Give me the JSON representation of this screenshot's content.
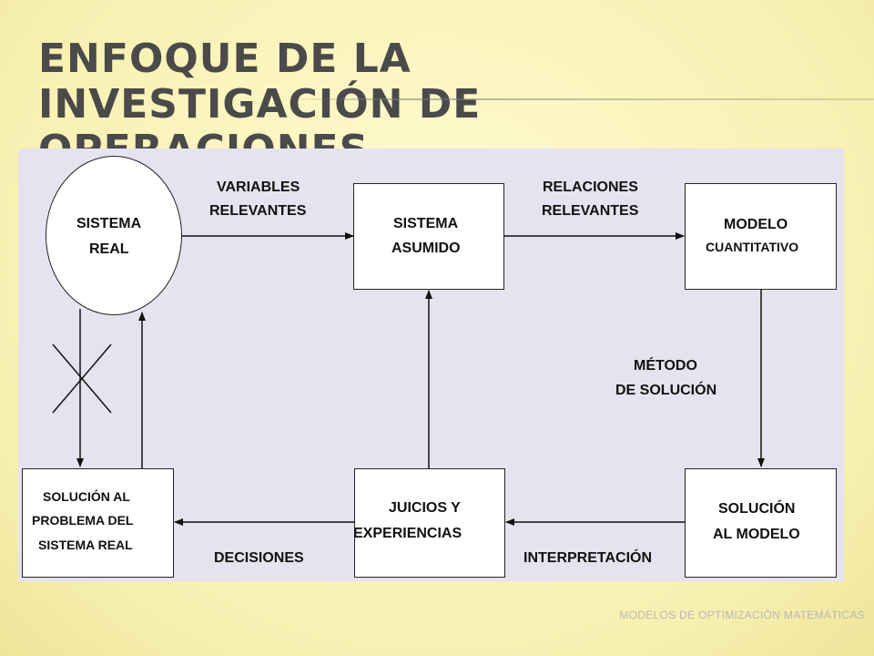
{
  "slide": {
    "title": "ENFOQUE DE LA INVESTIGACIÓN DE OPERACIONES",
    "footer": "MODELOS DE OPTIMIZACIÓN MATEMÁTICAS"
  },
  "diagram": {
    "nodes": {
      "sistema_real": [
        "SISTEMA",
        "REAL"
      ],
      "sistema_asumido": [
        "SISTEMA",
        "ASUMIDO"
      ],
      "modelo_cuantitativo": [
        "MODELO",
        "CUANTITATIVO"
      ],
      "solucion_problema": [
        "SOLUCIÓN AL",
        "PROBLEMA DEL",
        "SISTEMA REAL"
      ],
      "juicios_experiencias": [
        "JUICIOS Y",
        "EXPERIENCIAS"
      ],
      "solucion_modelo": [
        "SOLUCIÓN",
        "AL MODELO"
      ]
    },
    "edge_labels": {
      "variables_relevantes": [
        "VARIABLES",
        "RELEVANTES"
      ],
      "relaciones_relevantes": [
        "RELACIONES",
        "RELEVANTES"
      ],
      "metodo_solucion": [
        "MÉTODO",
        "DE SOLUCIÓN"
      ],
      "decisiones": "DECISIONES",
      "interpretacion": "INTERPRETACIÓN"
    }
  }
}
